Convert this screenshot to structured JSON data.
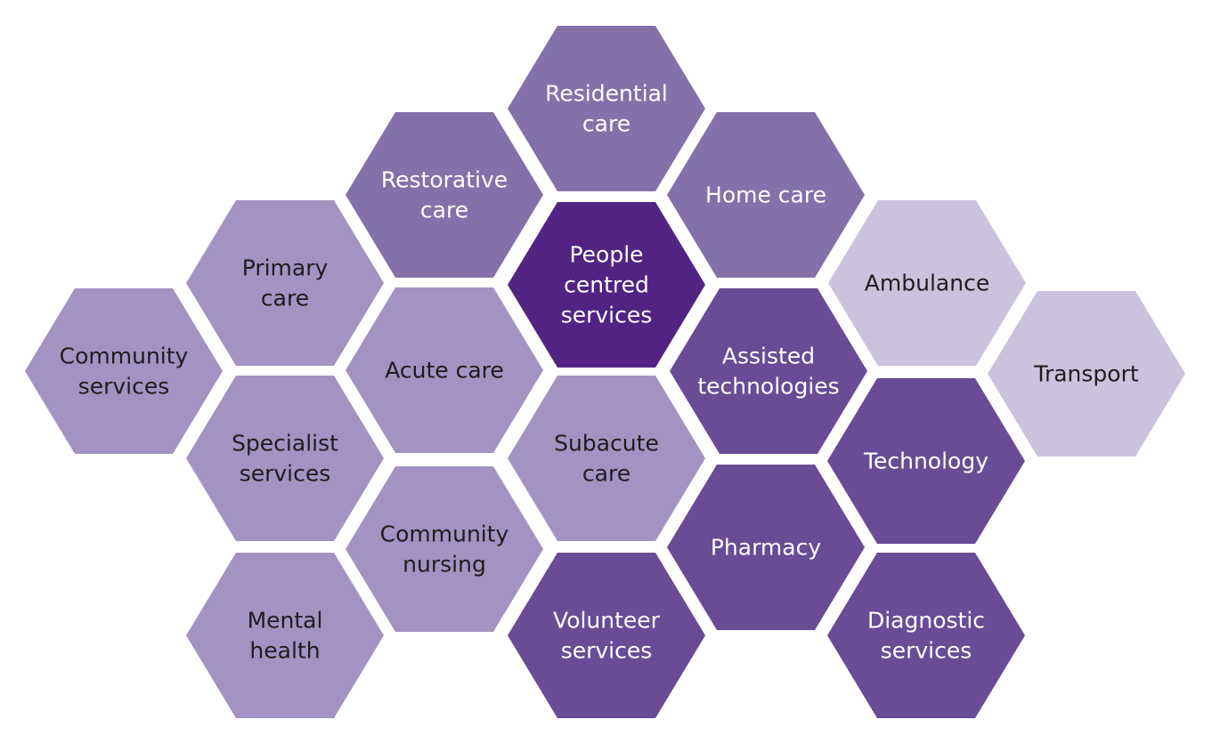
{
  "colors": {
    "light": "#cbc3de",
    "medium": "#a393c3",
    "medium_dark": "#8471a9",
    "dark": "#6a4b96",
    "darkest": "#512483",
    "text_on_light": "#1d1d1d",
    "text_on_dark": "#ffffff"
  },
  "hexagons": [
    {
      "id": "residential-care",
      "lines": [
        "Residential",
        "care"
      ],
      "tone": "medium_dark"
    },
    {
      "id": "restorative-care",
      "lines": [
        "Restorative",
        "care"
      ],
      "tone": "medium_dark"
    },
    {
      "id": "home-care",
      "lines": [
        "Home care"
      ],
      "tone": "medium_dark"
    },
    {
      "id": "primary-care",
      "lines": [
        "Primary",
        "care"
      ],
      "tone": "medium"
    },
    {
      "id": "people-centred-services",
      "lines": [
        "People",
        "centred",
        "services"
      ],
      "tone": "darkest"
    },
    {
      "id": "ambulance",
      "lines": [
        "Ambulance"
      ],
      "tone": "light"
    },
    {
      "id": "community-services",
      "lines": [
        "Community",
        "services"
      ],
      "tone": "medium"
    },
    {
      "id": "acute-care",
      "lines": [
        "Acute care"
      ],
      "tone": "medium"
    },
    {
      "id": "assisted-technologies",
      "lines": [
        "Assisted",
        "technologies"
      ],
      "tone": "dark"
    },
    {
      "id": "transport",
      "lines": [
        "Transport"
      ],
      "tone": "light"
    },
    {
      "id": "specialist-services",
      "lines": [
        "Specialist",
        "services"
      ],
      "tone": "medium"
    },
    {
      "id": "subacute-care",
      "lines": [
        "Subacute",
        "care"
      ],
      "tone": "medium"
    },
    {
      "id": "technology",
      "lines": [
        "Technology"
      ],
      "tone": "dark"
    },
    {
      "id": "community-nursing",
      "lines": [
        "Community",
        "nursing"
      ],
      "tone": "medium"
    },
    {
      "id": "pharmacy",
      "lines": [
        "Pharmacy"
      ],
      "tone": "dark"
    },
    {
      "id": "mental-health",
      "lines": [
        "Mental",
        "health"
      ],
      "tone": "medium"
    },
    {
      "id": "volunteer-services",
      "lines": [
        "Volunteer",
        "services"
      ],
      "tone": "dark"
    },
    {
      "id": "diagnostic-services",
      "lines": [
        "Diagnostic",
        "services"
      ],
      "tone": "dark"
    }
  ]
}
